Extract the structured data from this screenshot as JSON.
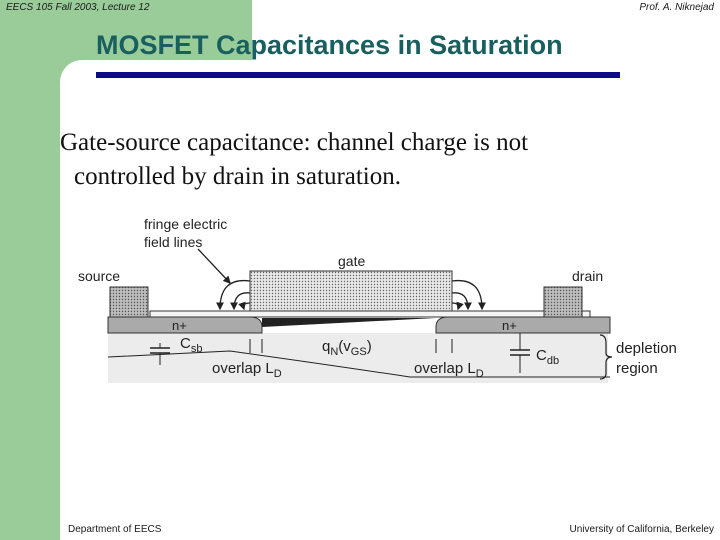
{
  "header": {
    "course": "EECS 105 Fall 2003, Lecture 12",
    "instructor": "Prof. A. Niknejad"
  },
  "slide": {
    "title": "MOSFET Capacitances in Saturation",
    "body_line1": "Gate-source capacitance:  channel charge is not",
    "body_line2": "controlled by drain in saturation."
  },
  "figure": {
    "fringe_line1": "fringe electric",
    "fringe_line2": "field lines",
    "gate": "gate",
    "source": "source",
    "drain": "drain",
    "n_plus_left": "n+",
    "n_plus_right": "n+",
    "csb_base": "C",
    "csb_sub": "sb",
    "cdb_base": "C",
    "cdb_sub": "db",
    "qn_base": "q",
    "qn_sub": "N",
    "qn_mid": "(v",
    "qn_sub2": "GS",
    "qn_end": ")",
    "overlap_left_base": "overlap L",
    "overlap_left_sub": "D",
    "overlap_right_base": "overlap L",
    "overlap_right_sub": "D",
    "depletion_line1": "depletion",
    "depletion_line2": "region"
  },
  "footer": {
    "department": "Department of EECS",
    "university": "University of California, Berkeley"
  },
  "colors": {
    "background_green": "#99cc99",
    "title_color": "#1a5f5f",
    "title_rule": "#0b0b8a"
  }
}
